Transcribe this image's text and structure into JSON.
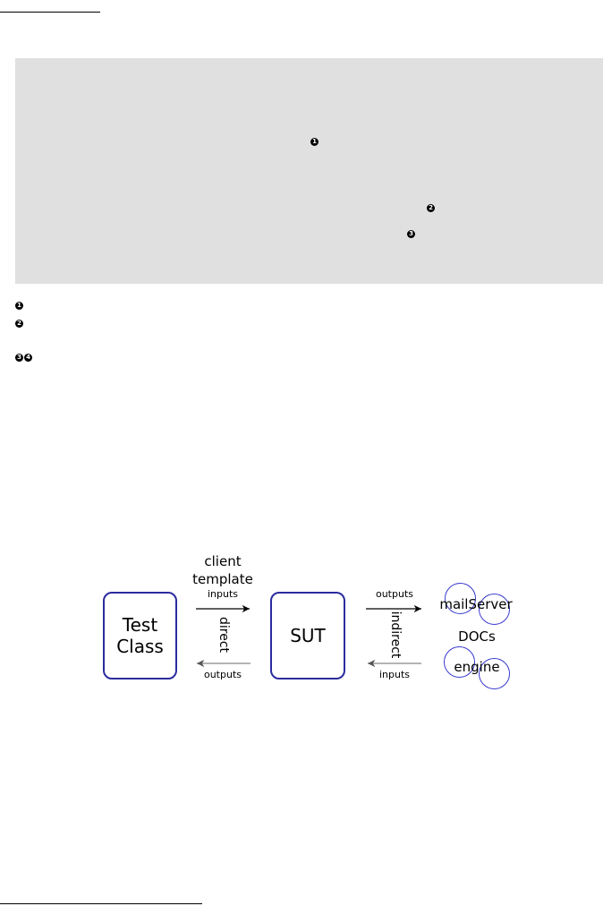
{
  "callouts": {
    "c1": "1",
    "c2": "2",
    "c3": "3",
    "c4": "4"
  },
  "diagram": {
    "test_class_label": "Test\nClass",
    "sut_label": "SUT",
    "client_label": "client",
    "template_label": "template",
    "direct_inputs_label": "inputs",
    "direct_outputs_label": "outputs",
    "direct_label": "direct",
    "indirect_outputs_label": "outputs",
    "indirect_inputs_label": "inputs",
    "indirect_label": "indirect",
    "mailserver_label": "mailServer",
    "docs_label": "DOCs",
    "engine_label": "engine",
    "colors": {
      "box_border": "#2b2b9e",
      "circle_border": "#3a3ad0",
      "code_background": "#e0e0e0"
    }
  }
}
